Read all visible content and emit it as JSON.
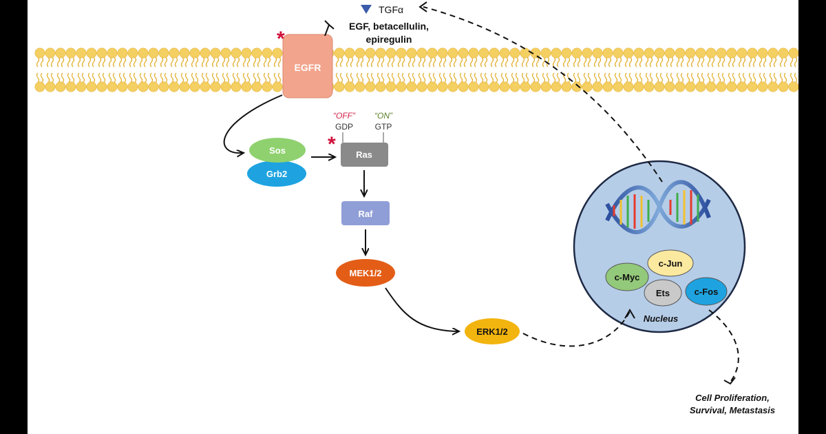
{
  "ligands": {
    "tgf_label": "TGFα",
    "egf_line1": "EGF, betacellulin,",
    "egf_line2": "epiregulin",
    "tgf_color": "#3a5bab"
  },
  "membrane": {
    "head_color": "#f4cf62",
    "tail_color": "#e4b53d"
  },
  "nodes": {
    "egfr": {
      "label": "EGFR",
      "fill": "#f3a48c",
      "stroke": "#d98a70"
    },
    "sos": {
      "label": "Sos",
      "fill": "#8fd16f"
    },
    "grb2": {
      "label": "Grb2",
      "fill": "#1ea3e0"
    },
    "ras": {
      "label": "Ras",
      "fill": "#8a8a8a"
    },
    "raf": {
      "label": "Raf",
      "fill": "#8f9ed6"
    },
    "mek": {
      "label": "MEK1/2",
      "fill": "#e35d17"
    },
    "erk": {
      "label": "ERK1/2",
      "fill": "#f2b40e"
    }
  },
  "ras_states": {
    "off": "“OFF”",
    "gdp": "GDP",
    "on": "“ON”",
    "gtp": "GTP",
    "off_color": "#d0204a",
    "on_color": "#5b7f2a"
  },
  "mutation_marker": {
    "symbol": "*",
    "color": "#d0103a"
  },
  "nucleus": {
    "label": "Nucleus",
    "fill": "#b6cde8",
    "stroke": "#1e2a44",
    "factors": {
      "cmyc": {
        "label": "c-Myc",
        "fill": "#93c97a"
      },
      "cjun": {
        "label": "c-Jun",
        "fill": "#fbe9a0"
      },
      "ets": {
        "label": "Ets",
        "fill": "#c9c9c9"
      },
      "cfos": {
        "label": "c-Fos",
        "fill": "#1ea3e0"
      }
    }
  },
  "outcome": {
    "line1": "Cell Proliferation,",
    "line2": "Survival, Metastasis"
  }
}
